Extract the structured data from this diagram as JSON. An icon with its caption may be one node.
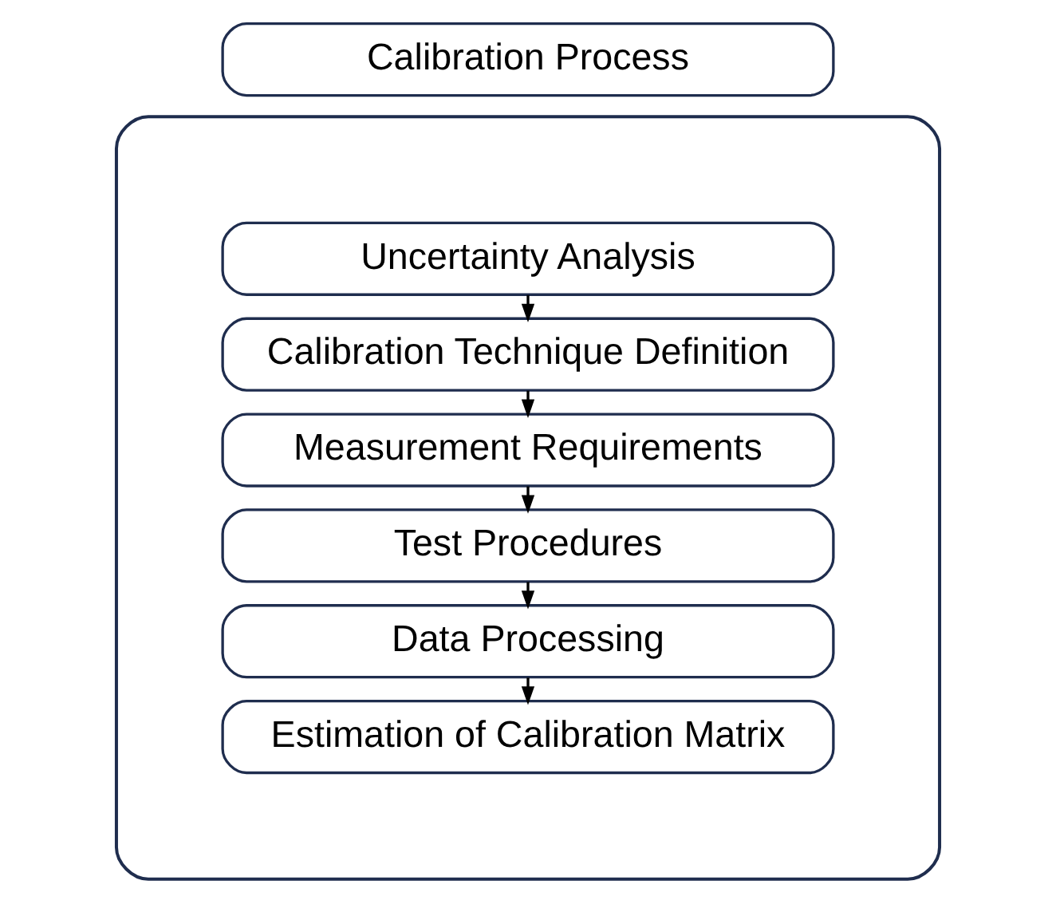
{
  "diagram": {
    "nodes": [
      {
        "text": [
          "Calibration Process"
        ]
      },
      {
        "text": [],
        "shape": "ellipse"
      },
      {
        "text": [
          "Uncertainty Analysis"
        ],
        "in": 1
      },
      {
        "text": [
          "Calibration Technique Definition"
        ],
        "in": 1
      },
      {
        "text": [
          "Measurement Requirements"
        ],
        "in": 1
      },
      {
        "text": [
          "Test Procedures"
        ],
        "in": 1
      },
      {
        "text": [
          "Data Processing"
        ],
        "in": 1
      },
      {
        "text": [
          "Estimation of Calibration Matrix"
        ],
        "in": 1
      }
    ],
    "edges": [
      {
        "from": 2,
        "to": 3,
        "arrow": "to"
      },
      {
        "from": 3,
        "to": 4,
        "arrow": "to"
      },
      {
        "from": 4,
        "to": 5,
        "arrow": "to"
      },
      {
        "from": 5,
        "to": 6,
        "arrow": "to"
      },
      {
        "from": 6,
        "to": 7,
        "arrow": "to"
      }
    ]
  }
}
